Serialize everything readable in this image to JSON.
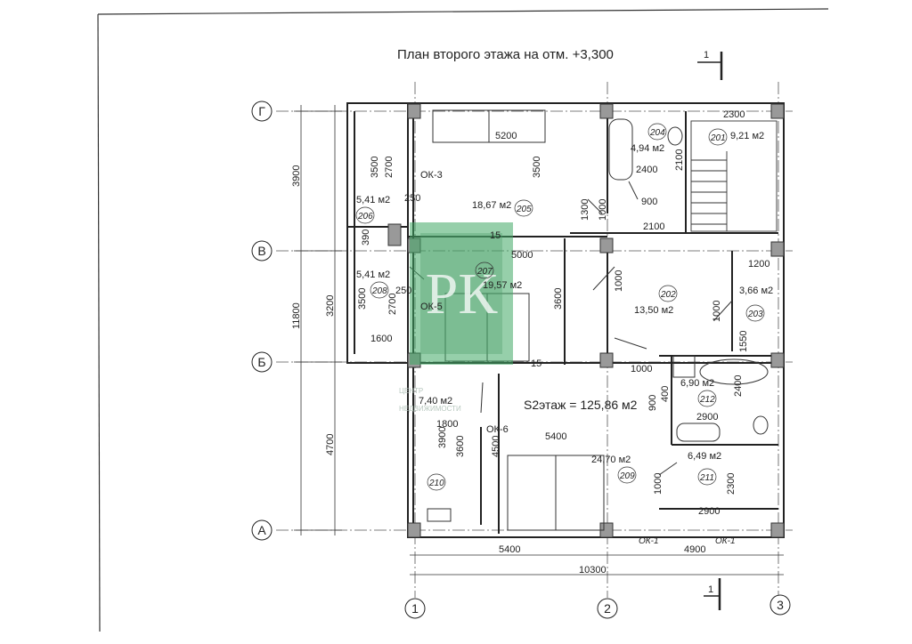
{
  "title": "План второго этажа на отм. +3,300",
  "section_mark": "1",
  "axes": {
    "g": "Г",
    "v": "В",
    "b": "Б",
    "a": "А",
    "c1": "1",
    "c2": "2",
    "c3": "3"
  },
  "total_area": "S2этаж = 125,86 м2",
  "watermark": {
    "letters": "РК",
    "caption_1": "ЦЕНТР",
    "caption_2": "НЕДВИЖИМОСТИ"
  },
  "rooms": {
    "r201": {
      "num": "201",
      "area": "9,21 м2"
    },
    "r202": {
      "num": "202",
      "area": "13,50 м2"
    },
    "r203": {
      "num": "203",
      "area": "3,66 м2"
    },
    "r204": {
      "num": "204",
      "area": "4,94 м2"
    },
    "r205": {
      "num": "205",
      "area": "18,67 м2"
    },
    "r206": {
      "num": "206",
      "area": "5,41 м2"
    },
    "r207": {
      "num": "207",
      "area": "19,57 м2"
    },
    "r208": {
      "num": "208",
      "area": "5,41 м2"
    },
    "r209": {
      "num": "209",
      "area": "24,70 м2"
    },
    "r210": {
      "num": "210",
      "area": "7,40 м2"
    },
    "r211": {
      "num": "211",
      "area": "6,49 м2"
    },
    "r212": {
      "num": "212",
      "area": "6,90 м2"
    }
  },
  "windows": {
    "ok3": "ОК-3",
    "ok5": "ОК-5",
    "ok6": "ОК-6",
    "ok1a": "ОК-1",
    "ok1b": "ОК-1"
  },
  "dims": {
    "d3900": "3900",
    "d3200": "3200",
    "d4700": "4700",
    "d11800": "11800",
    "d5400b": "5400",
    "d4900": "4900",
    "d10300": "10300",
    "d5200": "5200",
    "d3500a": "3500",
    "d2700a": "2700",
    "d3500b": "3500",
    "d250a": "250",
    "d1300": "1300",
    "d1000a": "1000",
    "d2300a": "2300",
    "d2100": "2100",
    "d2400a": "2400",
    "d900a": "900",
    "d2100b": "2100",
    "d5000": "5000",
    "d1000b": "1000",
    "d3600a": "3600",
    "d3500c": "3500",
    "d2700b": "2700",
    "d250b": "250",
    "d1600": "1600",
    "d390": "390",
    "d1200": "1200",
    "d1000c": "1000",
    "d1550": "1550",
    "d1000d": "1000",
    "d400": "400",
    "d900b": "900",
    "d2400b": "2400",
    "d2900a": "2900",
    "d1800": "1800",
    "d3900b": "3900",
    "d3600b": "3600",
    "d4500": "4500",
    "d5400a": "5400",
    "d1000e": "1000",
    "d2300b": "2300",
    "d2900b": "2900",
    "d15a": "15",
    "d15b": "15"
  }
}
